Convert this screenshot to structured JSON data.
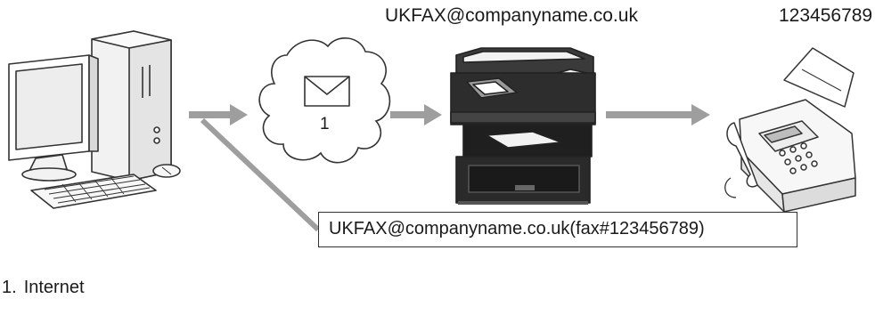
{
  "labels": {
    "recipient_email": "UKFAX@companyname.co.uk",
    "fax_number": "123456789",
    "cloud_number": "1",
    "sent_address": "UKFAX@companyname.co.uk(fax#123456789)"
  },
  "legend": {
    "number": "1.",
    "text": "Internet"
  },
  "icons": {
    "computer": "desktop-computer-icon",
    "cloud": "internet-cloud-icon",
    "envelope": "envelope-icon",
    "machine": "multifunction-printer-icon",
    "fax": "fax-machine-icon"
  },
  "colors": {
    "arrow": "#9e9e9e",
    "outline": "#333333"
  }
}
